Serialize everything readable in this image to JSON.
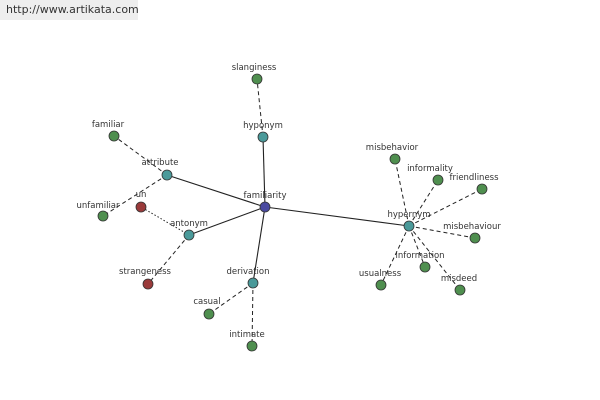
{
  "header": {
    "source_text": "http://www.artikata.com"
  },
  "colors": {
    "center": "#4a4aa0",
    "relation": "#4a9a9a",
    "word": "#4f8f4f",
    "alt": "#9a3a3a"
  },
  "nodes": [
    {
      "id": "familiarity",
      "label": "familiarity",
      "kind": "center"
    },
    {
      "id": "hyponym",
      "label": "hyponym",
      "kind": "relation"
    },
    {
      "id": "slanginess",
      "label": "slanginess",
      "kind": "word"
    },
    {
      "id": "attribute",
      "label": "attribute",
      "kind": "relation"
    },
    {
      "id": "familiar",
      "label": "familiar",
      "kind": "word"
    },
    {
      "id": "antonym",
      "label": "antonym",
      "kind": "relation"
    },
    {
      "id": "un",
      "label": "un",
      "kind": "alt"
    },
    {
      "id": "unfamiliar",
      "label": "unfamiliar",
      "kind": "word"
    },
    {
      "id": "strangeness",
      "label": "strangeness",
      "kind": "alt"
    },
    {
      "id": "derivation",
      "label": "derivation",
      "kind": "relation"
    },
    {
      "id": "casual",
      "label": "casual",
      "kind": "word"
    },
    {
      "id": "intimate",
      "label": "intimate",
      "kind": "word"
    },
    {
      "id": "hypernym",
      "label": "hypernym",
      "kind": "relation"
    },
    {
      "id": "misbehavior",
      "label": "misbehavior",
      "kind": "word"
    },
    {
      "id": "informality",
      "label": "informality",
      "kind": "word"
    },
    {
      "id": "friendliness",
      "label": "friendliness",
      "kind": "word"
    },
    {
      "id": "misbehaviour",
      "label": "misbehaviour",
      "kind": "word"
    },
    {
      "id": "information",
      "label": "information",
      "kind": "word"
    },
    {
      "id": "misdeed",
      "label": "misdeed",
      "kind": "word"
    },
    {
      "id": "usualness",
      "label": "usualness",
      "kind": "word"
    }
  ],
  "edges": [
    {
      "from": "familiarity",
      "to": "hyponym",
      "style": "solid"
    },
    {
      "from": "familiarity",
      "to": "attribute",
      "style": "solid"
    },
    {
      "from": "familiarity",
      "to": "antonym",
      "style": "solid"
    },
    {
      "from": "familiarity",
      "to": "derivation",
      "style": "solid"
    },
    {
      "from": "familiarity",
      "to": "hypernym",
      "style": "solid"
    },
    {
      "from": "hyponym",
      "to": "slanginess",
      "style": "dash"
    },
    {
      "from": "attribute",
      "to": "familiar",
      "style": "dash"
    },
    {
      "from": "attribute",
      "to": "unfamiliar",
      "style": "dash"
    },
    {
      "from": "antonym",
      "to": "un",
      "style": "dot"
    },
    {
      "from": "antonym",
      "to": "strangeness",
      "style": "dash"
    },
    {
      "from": "derivation",
      "to": "casual",
      "style": "dash"
    },
    {
      "from": "derivation",
      "to": "intimate",
      "style": "dash"
    },
    {
      "from": "hypernym",
      "to": "misbehavior",
      "style": "dash"
    },
    {
      "from": "hypernym",
      "to": "informality",
      "style": "dash"
    },
    {
      "from": "hypernym",
      "to": "friendliness",
      "style": "dash"
    },
    {
      "from": "hypernym",
      "to": "misbehaviour",
      "style": "dash"
    },
    {
      "from": "hypernym",
      "to": "information",
      "style": "dash"
    },
    {
      "from": "hypernym",
      "to": "misdeed",
      "style": "dash"
    },
    {
      "from": "hypernym",
      "to": "usualness",
      "style": "dash"
    }
  ]
}
